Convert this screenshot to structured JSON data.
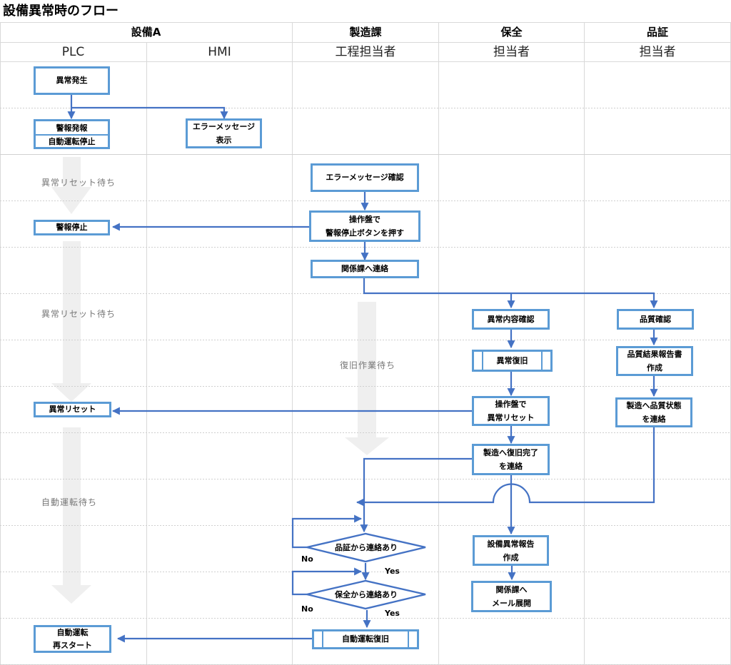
{
  "title": "設備異常時のフロー",
  "header": {
    "groups": [
      {
        "label": "設備A"
      },
      {
        "label": "製造課"
      },
      {
        "label": "保全"
      },
      {
        "label": "品証"
      }
    ],
    "roles": [
      {
        "label": "PLC"
      },
      {
        "label": "HMI"
      },
      {
        "label": "工程担当者"
      },
      {
        "label": "担当者"
      },
      {
        "label": "担当者"
      }
    ]
  },
  "nodes": {
    "abnormal_occur": "異常発生",
    "alarm_issue": "警報発報",
    "auto_stop": "自動運転停止",
    "error_msg_show_1": "エラーメッセージ",
    "error_msg_show_2": "表示",
    "error_msg_confirm": "エラーメッセージ確認",
    "press_stop_1": "操作盤で",
    "press_stop_2": "警報停止ボタンを押す",
    "alarm_stop": "警報停止",
    "contact_depts": "関係課へ連絡",
    "abnormal_content_check": "異常内容確認",
    "quality_check": "品質確認",
    "abnormal_recovery": "異常復旧",
    "quality_report_1": "品質結果報告書",
    "quality_report_2": "作成",
    "panel_reset_1": "操作盤で",
    "panel_reset_2": "異常リセット",
    "abnormal_reset": "異常リセット",
    "quality_notify_1": "製造へ品質状態",
    "quality_notify_2": "を連絡",
    "recovery_notify_1": "製造へ復旧完了",
    "recovery_notify_2": "を連絡",
    "decision_qa": "品証から連絡あり",
    "decision_maint": "保全から連絡あり",
    "equip_report_1": "設備異常報告",
    "equip_report_2": "作成",
    "mail_1": "関係課へ",
    "mail_2": "メール展開",
    "auto_recovery": "自動運転復旧",
    "restart_1": "自動運転",
    "restart_2": "再スタート"
  },
  "labels": {
    "no": "No",
    "yes": "Yes"
  },
  "waits": {
    "reset_wait_1": "異常リセット待ち",
    "reset_wait_2": "異常リセット待ち",
    "recovery_wait": "復旧作業待ち",
    "auto_wait": "自動運転待ち"
  },
  "colors": {
    "box_border": "#5b9bd5",
    "connector": "#4472c4",
    "wait_arrow": "#f0f0f0",
    "grid": "#d9d9d9"
  }
}
